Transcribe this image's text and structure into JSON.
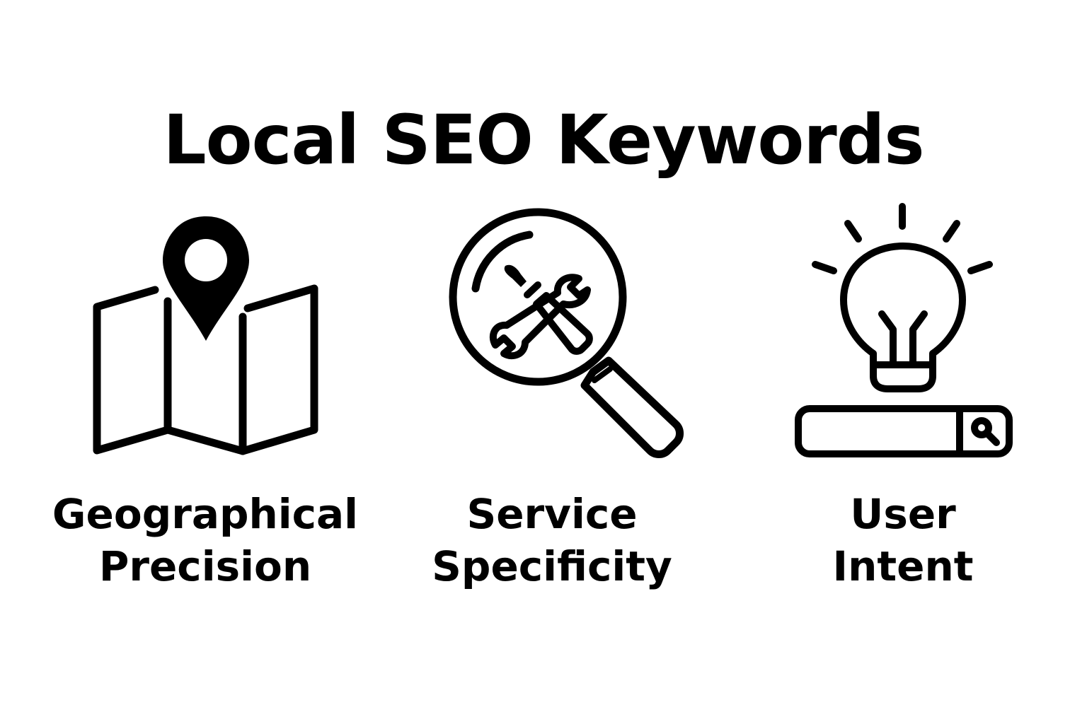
{
  "title": "Local SEO Keywords",
  "items": [
    {
      "icon": "map-pin-icon",
      "line1": "Geographical",
      "line2": "Precision"
    },
    {
      "icon": "magnifier-tools-icon",
      "line1": "Service",
      "line2": "Specificity"
    },
    {
      "icon": "lightbulb-searchbar-icon",
      "line1": "User",
      "line2": "Intent"
    }
  ],
  "colors": {
    "ink": "#000000",
    "background": "#ffffff"
  }
}
